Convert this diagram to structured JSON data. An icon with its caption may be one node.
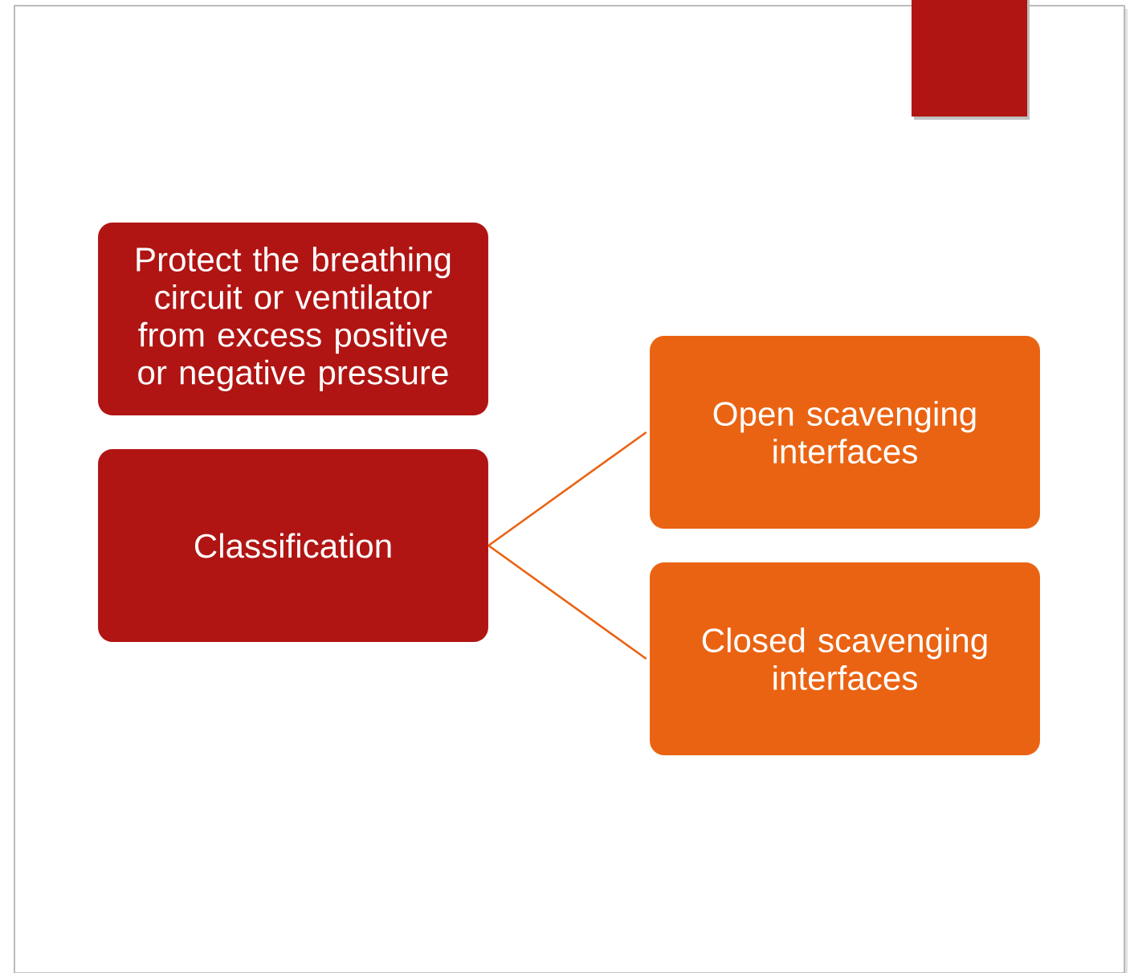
{
  "diagram": {
    "nodes": [
      {
        "text": [
          "Protect the breathing circuit or ventilator from excess positive or negative pressure"
        ]
      },
      {
        "text": [
          "Classification"
        ]
      },
      {
        "text": [
          "Open scavenging interfaces"
        ]
      },
      {
        "text": [
          "Closed scavenging interfaces"
        ]
      }
    ],
    "edges": [
      {
        "from": 1,
        "to": 2,
        "arrow": "none"
      },
      {
        "from": 1,
        "to": 3,
        "arrow": "none"
      }
    ]
  }
}
